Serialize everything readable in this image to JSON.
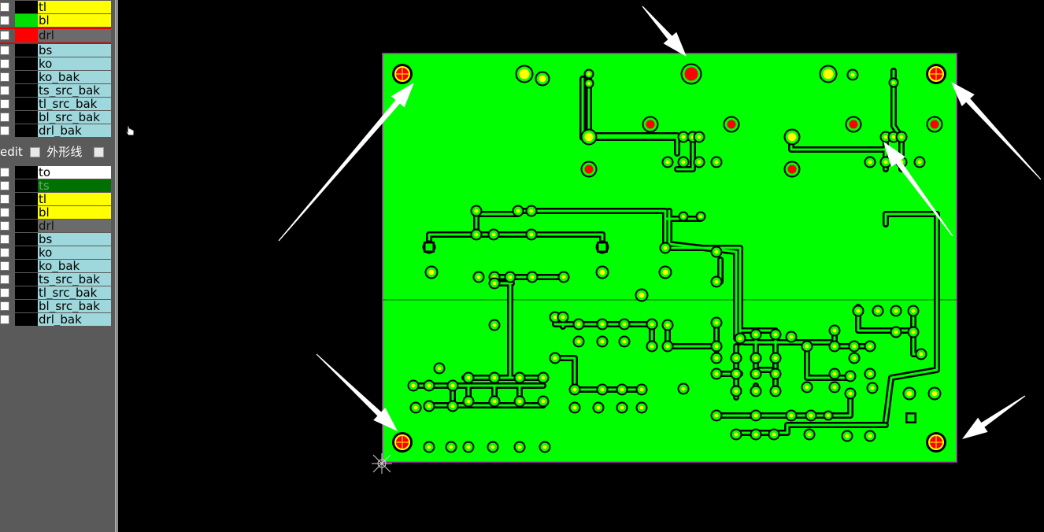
{
  "layer_panel": {
    "top_list": [
      {
        "name": "tl",
        "swatch": "#000000",
        "label_bg": "#ffff00"
      },
      {
        "name": "bl",
        "swatch": "#00e000",
        "label_bg": "#ffff00"
      },
      {
        "name": "drl",
        "swatch": "#ff0000",
        "label_bg": "#6b6b6b"
      },
      {
        "name": "bs",
        "swatch": "#000000",
        "label_bg": "#9fd8dc"
      },
      {
        "name": "ko",
        "swatch": "#000000",
        "label_bg": "#9fd8dc"
      },
      {
        "name": "ko_bak",
        "swatch": "#000000",
        "label_bg": "#9fd8dc"
      },
      {
        "name": "ts_src_bak",
        "swatch": "#000000",
        "label_bg": "#9fd8dc"
      },
      {
        "name": "tl_src_bak",
        "swatch": "#000000",
        "label_bg": "#9fd8dc"
      },
      {
        "name": "bl_src_bak",
        "swatch": "#000000",
        "label_bg": "#9fd8dc"
      },
      {
        "name": "drl_bak",
        "swatch": "#000000",
        "label_bg": "#9fd8dc"
      }
    ],
    "edit_bar": {
      "edit_label": "edit",
      "outline_label": "外形线",
      "third_label": "␣"
    },
    "bottom_list": [
      {
        "name": "to",
        "swatch": "#000000",
        "label_bg": "#ffffff"
      },
      {
        "name": "ts",
        "swatch": "#000000",
        "label_bg": "#007000"
      },
      {
        "name": "tl",
        "swatch": "#000000",
        "label_bg": "#ffff00"
      },
      {
        "name": "bl",
        "swatch": "#000000",
        "label_bg": "#ffff00"
      },
      {
        "name": "drl",
        "swatch": "#000000",
        "label_bg": "#6b6b6b"
      },
      {
        "name": "bs",
        "swatch": "#000000",
        "label_bg": "#9fd8dc"
      },
      {
        "name": "ko",
        "swatch": "#000000",
        "label_bg": "#9fd8dc"
      },
      {
        "name": "ko_bak",
        "swatch": "#000000",
        "label_bg": "#9fd8dc"
      },
      {
        "name": "ts_src_bak",
        "swatch": "#000000",
        "label_bg": "#9fd8dc"
      },
      {
        "name": "tl_src_bak",
        "swatch": "#000000",
        "label_bg": "#9fd8dc"
      },
      {
        "name": "bl_src_bak",
        "swatch": "#000000",
        "label_bg": "#9fd8dc"
      },
      {
        "name": "drl_bak",
        "swatch": "#000000",
        "label_bg": "#9fd8dc"
      }
    ]
  },
  "board": {
    "copper_color": "#00ff00",
    "outline_color": "#cc33cc",
    "pad_color": "#ffff00",
    "hole_color": "#ff0000",
    "background": "#000000",
    "annotation_arrow_color": "#ffffff",
    "annotation_arrow_count": 6
  },
  "icons": {
    "cursor": "hand-pointer-icon",
    "origin": "origin-crosshair-icon"
  }
}
